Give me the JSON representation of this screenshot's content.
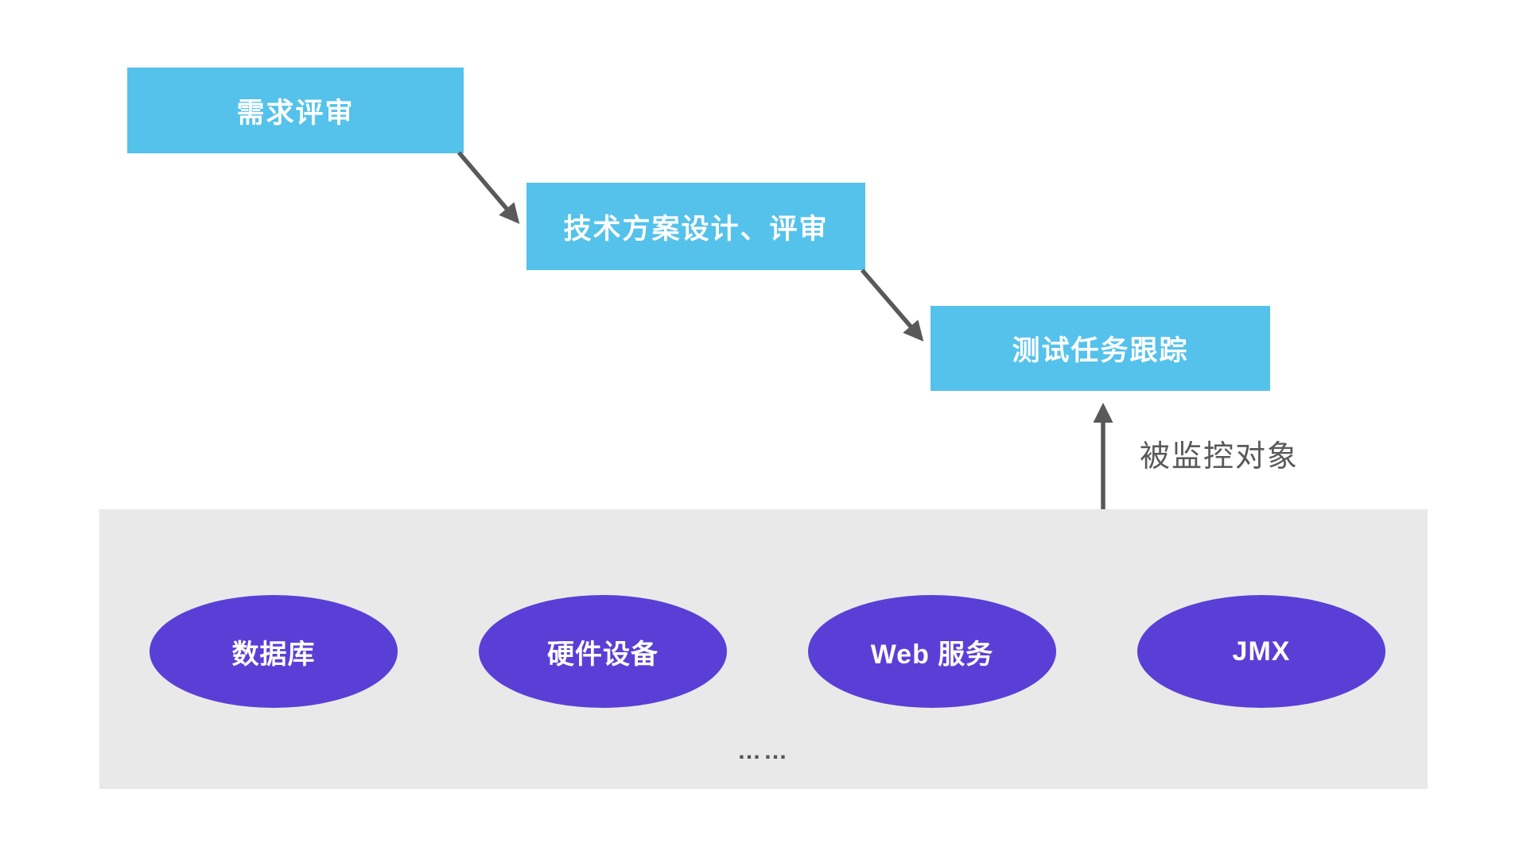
{
  "diagram": {
    "steps": [
      {
        "label": "需求评审"
      },
      {
        "label": "技术方案设计、评审"
      },
      {
        "label": "测试任务跟踪"
      }
    ],
    "arrows": [
      {
        "name": "arrow-step1-to-step2",
        "direction": "down-right"
      },
      {
        "name": "arrow-step2-to-step3",
        "direction": "down-right"
      },
      {
        "name": "arrow-step3-to-panel",
        "direction": "vertical-double"
      }
    ],
    "monitored_annotation": "被监控对象",
    "monitored_panel": {
      "targets": [
        {
          "label": "数据库"
        },
        {
          "label": "硬件设备"
        },
        {
          "label": "Web 服务"
        },
        {
          "label": "JMX"
        }
      ],
      "more_indicator": "……"
    },
    "colors": {
      "step_box": "#54c2eb",
      "step_text": "#ffffff",
      "target_ellipse": "#5a3fd6",
      "target_text": "#ffffff",
      "panel_background": "#eae9e9",
      "arrow": "#595959",
      "annotation_text": "#595959"
    }
  }
}
